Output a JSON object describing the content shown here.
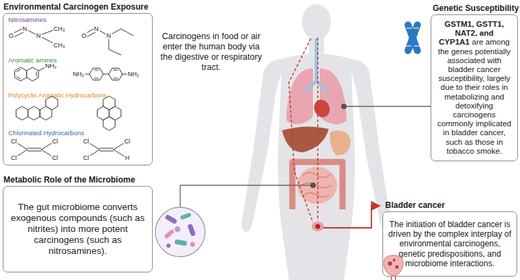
{
  "diagram": {
    "nodes": [
      {
        "text": [
          "Environmental Carcinogen Exposure",
          "Nitrosamines",
          "Aromatic amines",
          "Polycyclic Aromatic Hydrocarbons",
          "Chlorinated Hydrocarbons"
        ]
      },
      {
        "text": [
          "Genetic Susceptibility",
          "GSTM1, GSTT1, NAT2, and CYP1A1",
          "are among the genes potentially associated with bladder cancer susceptibility, largely due to their roles in metabolizing and detoxifying carcinogens commonly implicated in bladder cancer, such as those in tobacco smoke."
        ]
      },
      {
        "text": [
          "Metabolic Role of the Microbiome",
          "The gut microbiome converts exogenous compounds (such as nitrites) into more potent carcinogens (such as nitrosamines)."
        ]
      },
      {
        "text": [
          "Bladder cancer",
          "The initiation of bladder cancer is driven by the complex interplay of environmental carcinogens, genetic predispositions, and microbiome interactions."
        ]
      }
    ],
    "labels": [
      "Carcinogens in food or air enter the human body via the digestive or respiratory tract.",
      "O",
      "N",
      "N",
      "CH₃",
      "CH₃",
      "O",
      "N",
      "N",
      "NH₂",
      "NH₂",
      "NH₂",
      "Cl",
      "Cl",
      "Cl",
      "Cl",
      "Cl",
      "Cl",
      "Cl",
      "H"
    ]
  }
}
